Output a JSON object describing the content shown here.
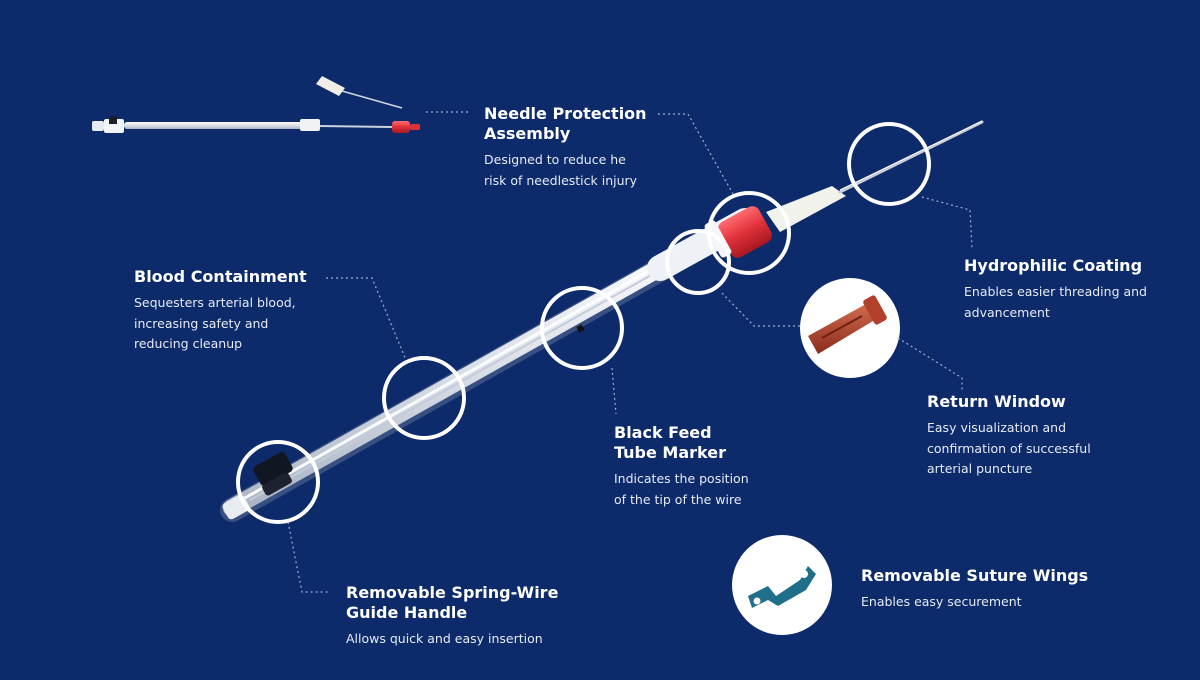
{
  "callouts": {
    "needle_protection": {
      "title": "Needle Protection\nAssembly",
      "text": "Designed to reduce he\nrisk of needlestick injury"
    },
    "hydrophilic_coating": {
      "title": "Hydrophilic Coating",
      "text": "Enables easier threading and\nadvancement"
    },
    "blood_containment": {
      "title": "Blood Containment",
      "text": "Sequesters arterial blood,\nincreasing safety and\nreducing cleanup"
    },
    "return_window": {
      "title": "Return Window",
      "text": "Easy visualization and\nconfirmation of successful\narterial puncture"
    },
    "black_feed_marker": {
      "title": "Black Feed\nTube Marker",
      "text": "Indicates the position\nof the tip of the wire"
    },
    "guide_handle": {
      "title": "Removable Spring-Wire\nGuide Handle",
      "text": "Allows quick and easy insertion"
    },
    "suture_wings": {
      "title": "Removable Suture Wings",
      "text": "Enables easy securement"
    }
  },
  "colors": {
    "background": "#0d2a6b",
    "highlight_ring": "#ffffff",
    "leader_line": "#9fb0d0",
    "red_hub": "#e0313a",
    "suture_wing": "#1f6f8b",
    "return_window_part": "#a33a26"
  }
}
